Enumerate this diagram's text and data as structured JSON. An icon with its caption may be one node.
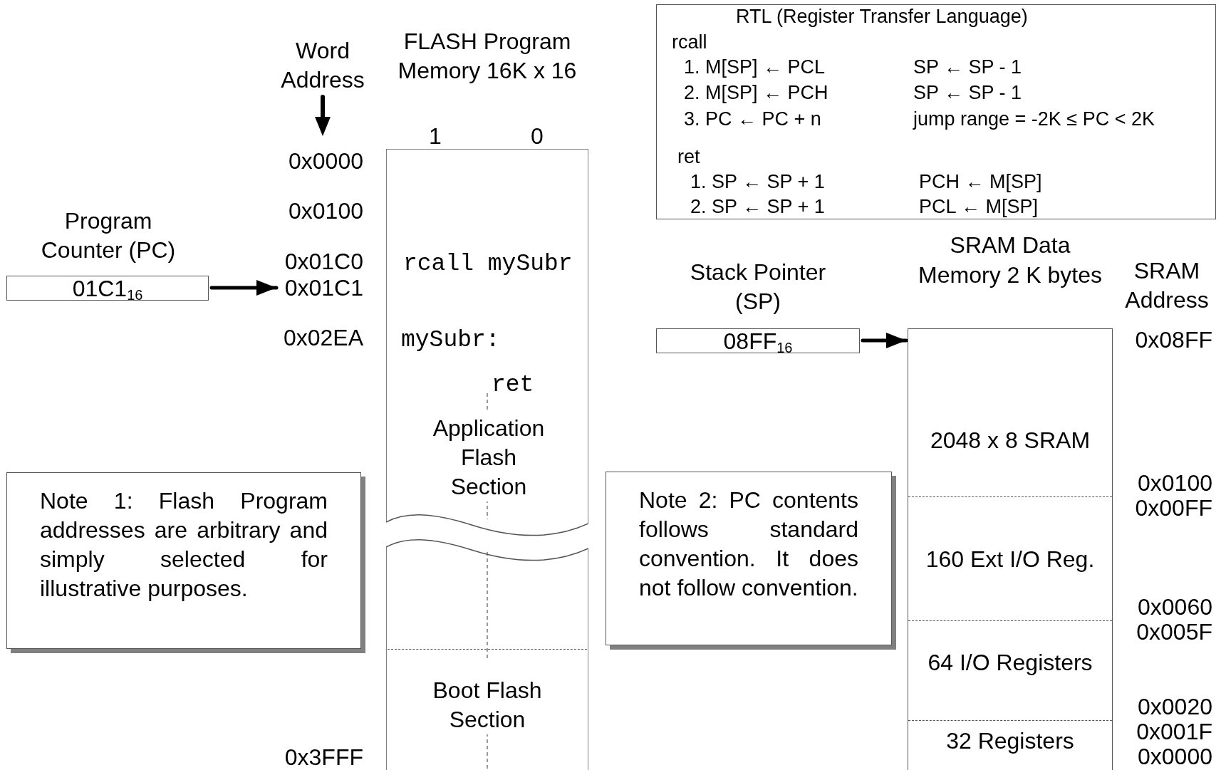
{
  "diagram": {
    "nodes": [
      {
        "text": [
          "RTL (Register Transfer Language)",
          "rcall",
          "1. M[SP] ← PCL",
          "SP ← SP - 1",
          "2. M[SP] ← PCH",
          "SP ← SP - 1",
          "3. PC ← PC + n",
          "jump range = -2K ≤ PC < 2K",
          "ret",
          "1. SP ← SP + 1",
          "PCH ← M[SP]",
          "2. SP ← SP + 1",
          "PCL ← M[SP]"
        ]
      },
      {
        "text": [
          "FLASH Program Memory 16K x 16"
        ]
      },
      {
        "text": [
          "rcall mySubr",
          "mySubr:",
          "ret",
          "Application Flash Section"
        ],
        "in": 1
      },
      {
        "text": [
          "Boot Flash Section"
        ],
        "in": 1
      },
      {
        "text": [
          "Program Counter (PC)",
          "01C1$_{16}$"
        ]
      },
      {
        "text": [
          "0x01C1"
        ]
      },
      {
        "text": [
          "Note 1: Flash Program addresses are arbitrary and simply selected for illustrative purposes."
        ]
      },
      {
        "text": [
          "Stack Pointer (SP)",
          "08FF$_{16}$"
        ]
      },
      {
        "text": [
          "SRAM Data Memory 2 K bytes"
        ]
      },
      {
        "text": [
          "2048 x 8 SRAM"
        ],
        "in": 8
      },
      {
        "text": [
          "160 Ext I/O Reg."
        ],
        "in": 8
      },
      {
        "text": [
          "64 I/O Registers"
        ],
        "in": 8
      },
      {
        "text": [
          "32 Registers"
        ],
        "in": 8
      },
      {
        "text": [
          "Note 2: PC contents follows standard convention. It does not follow convention."
        ]
      }
    ],
    "edges": [
      {
        "from": 4,
        "to": 5,
        "arrow": "to"
      },
      {
        "from": 7,
        "to": 8,
        "arrow": "to"
      }
    ],
    "labels": [
      "Word Address",
      "1",
      "0",
      "0x0000",
      "0x0100",
      "0x01C0",
      "0x02EA",
      "0x3FFF",
      "SRAM Address",
      "0x08FF",
      "0x0100",
      "0x00FF",
      "0x0060",
      "0x005F",
      "0x0020",
      "0x001F",
      "0x0000"
    ]
  }
}
